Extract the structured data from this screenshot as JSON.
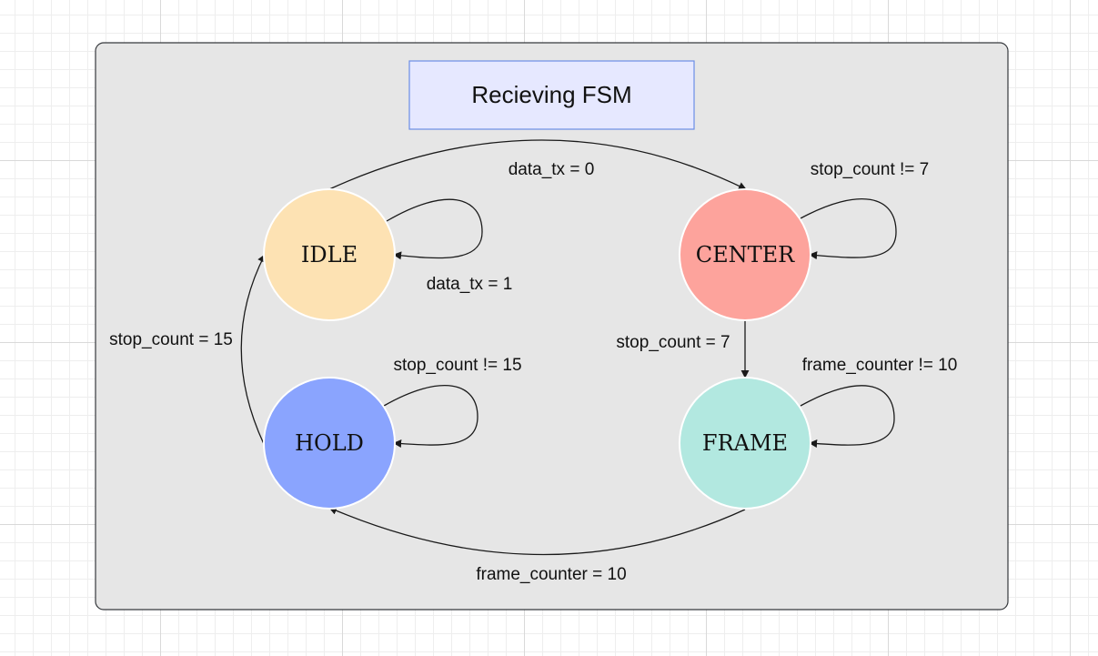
{
  "title": "Recieving FSM",
  "states": [
    {
      "name": "IDLE",
      "color": "#fde2b3"
    },
    {
      "name": "CENTER",
      "color": "#fda39c"
    },
    {
      "name": "HOLD",
      "color": "#8aa4fe"
    },
    {
      "name": "FRAME",
      "color": "#b2e8e0"
    }
  ],
  "transitions": [
    {
      "from": "IDLE",
      "to": "CENTER",
      "label": "data_tx = 0"
    },
    {
      "from": "IDLE",
      "to": "IDLE",
      "label": "data_tx = 1"
    },
    {
      "from": "CENTER",
      "to": "CENTER",
      "label": "stop_count != 7"
    },
    {
      "from": "CENTER",
      "to": "FRAME",
      "label": "stop_count = 7"
    },
    {
      "from": "FRAME",
      "to": "FRAME",
      "label": "frame_counter != 10"
    },
    {
      "from": "FRAME",
      "to": "HOLD",
      "label": "frame_counter = 10"
    },
    {
      "from": "HOLD",
      "to": "HOLD",
      "label": "stop_count != 15"
    },
    {
      "from": "HOLD",
      "to": "IDLE",
      "label": "stop_count = 15"
    }
  ],
  "colors": {
    "container_fill": "#e6e6e6",
    "container_stroke": "#36393d",
    "title_fill": "#e6e8ff",
    "title_stroke": "#6b8ee6",
    "state_stroke": "#ffffff"
  }
}
